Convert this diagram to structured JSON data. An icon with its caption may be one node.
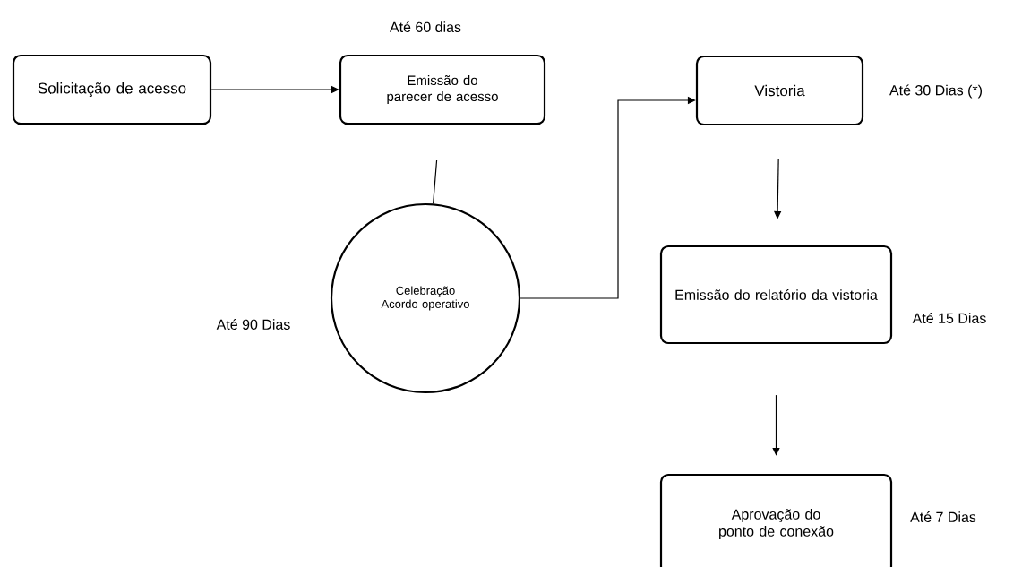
{
  "diagram": {
    "nodes": [
      {
        "text": [
          "Solicitação de acesso"
        ]
      },
      {
        "text": [
          "Emissão do parecer de acesso"
        ],
        "beside": [
          "Até 60 dias"
        ]
      },
      {
        "text": [
          "Celebração Acordo operativo"
        ],
        "beside": [
          "Até 90 Dias"
        ]
      },
      {
        "text": [
          "Vistoria"
        ],
        "beside": [
          "Até 30 Dias (*)"
        ]
      },
      {
        "text": [
          "Emissão do relatório da vistoria"
        ],
        "beside": [
          "Até 15 Dias"
        ]
      },
      {
        "text": [
          "Aprovação do ponto de conexão"
        ],
        "beside": [
          "Até 7 Dias"
        ]
      }
    ],
    "edges": [
      {
        "from": 0,
        "to": 1,
        "arrow": "to"
      },
      {
        "from": 1,
        "to": 2,
        "arrow": "none"
      },
      {
        "from": 2,
        "to": 3,
        "arrow": "to"
      },
      {
        "from": 3,
        "to": 4,
        "arrow": "to"
      },
      {
        "from": 4,
        "to": 5,
        "arrow": "to"
      }
    ]
  }
}
